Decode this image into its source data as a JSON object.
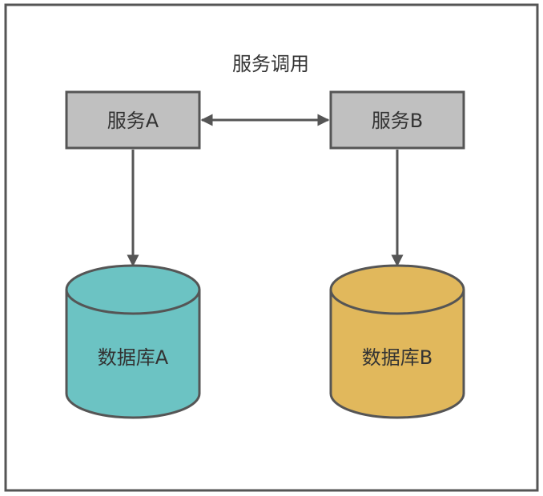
{
  "diagram": {
    "edge_label": "服务调用",
    "services": [
      {
        "id": "service-a",
        "label": "服务A"
      },
      {
        "id": "service-b",
        "label": "服务B"
      }
    ],
    "databases": [
      {
        "id": "database-a",
        "label": "数据库A",
        "fill": "#6cc3c3"
      },
      {
        "id": "database-b",
        "label": "数据库B",
        "fill": "#e1b85c"
      }
    ],
    "colors": {
      "frame_stroke": "#555555",
      "service_fill": "#c0c0c0",
      "service_stroke": "#555555",
      "arrow": "#555555",
      "text": "#333333"
    }
  }
}
